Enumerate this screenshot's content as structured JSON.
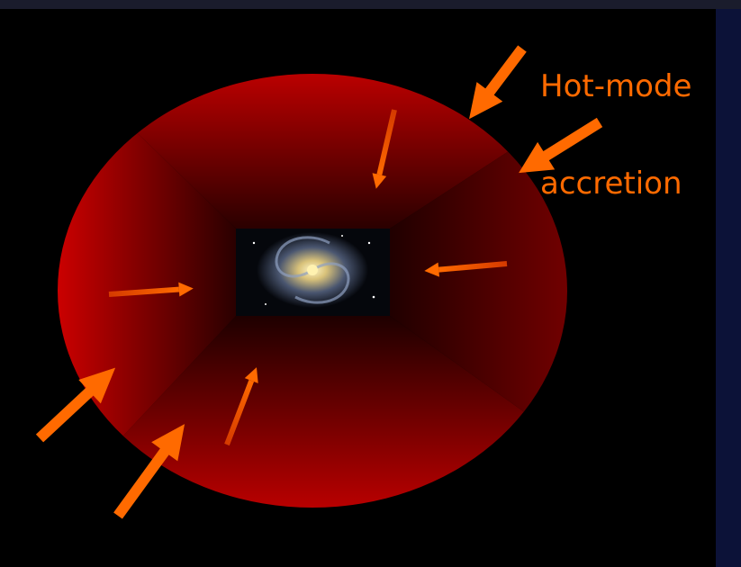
{
  "title": {
    "line1": "Hot-mode",
    "line2": "accretion"
  },
  "colors": {
    "halo": "#ff0000",
    "halo_dark": "#3a0000",
    "arrow": "#ff6a00",
    "background": "#000000",
    "side_panel": "#0c1238"
  },
  "icons": {
    "galaxy": "spiral-galaxy-image",
    "arrows": "inflow-arrow-icon"
  }
}
